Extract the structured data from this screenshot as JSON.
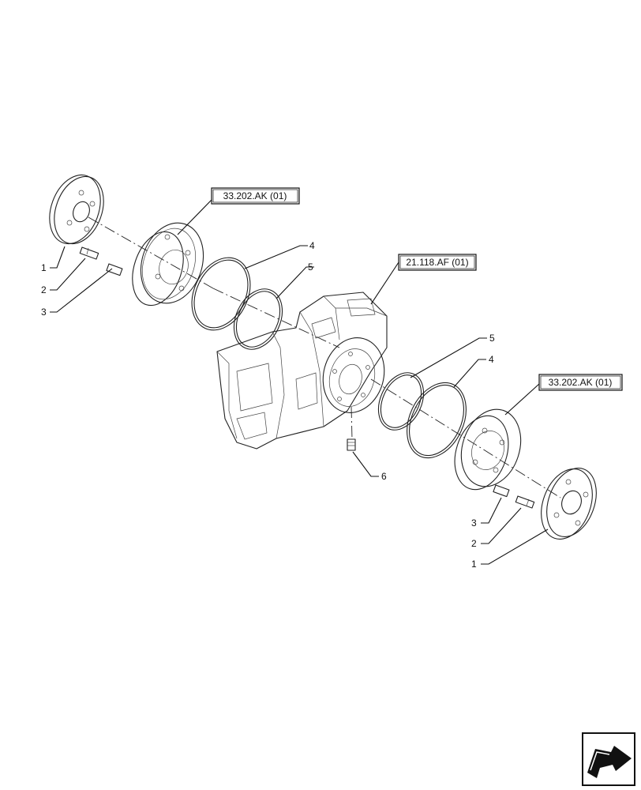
{
  "references": {
    "ref_brake_left": "33.202.AK (01)",
    "ref_housing": "21.118.AF (01)",
    "ref_brake_right": "33.202.AK (01)"
  },
  "callouts": {
    "left_1": "1",
    "left_2": "2",
    "left_3": "3",
    "left_4": "4",
    "left_5": "5",
    "right_5": "5",
    "right_4": "4",
    "center_6": "6",
    "right_3": "3",
    "right_2": "2",
    "right_1": "1"
  },
  "icons": {
    "nav": "next-page-arrow-icon"
  }
}
